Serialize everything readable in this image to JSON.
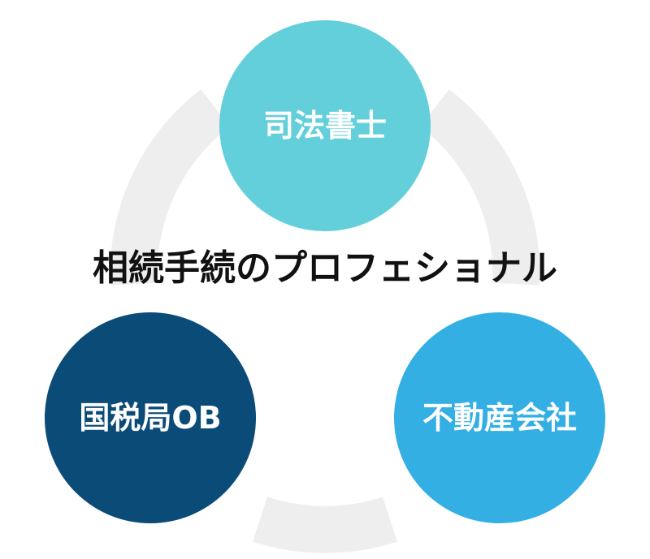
{
  "diagram": {
    "center_title": "相続手続のプロフェショナル",
    "nodes": [
      {
        "id": "top",
        "label": "司法書士",
        "color": "#63cfdb"
      },
      {
        "id": "bottom-left",
        "label": "国税局OB",
        "color": "#0b4b78"
      },
      {
        "id": "bottom-right",
        "label": "不動産会社",
        "color": "#34afe3"
      }
    ],
    "ring_color": "#eeeeee"
  }
}
